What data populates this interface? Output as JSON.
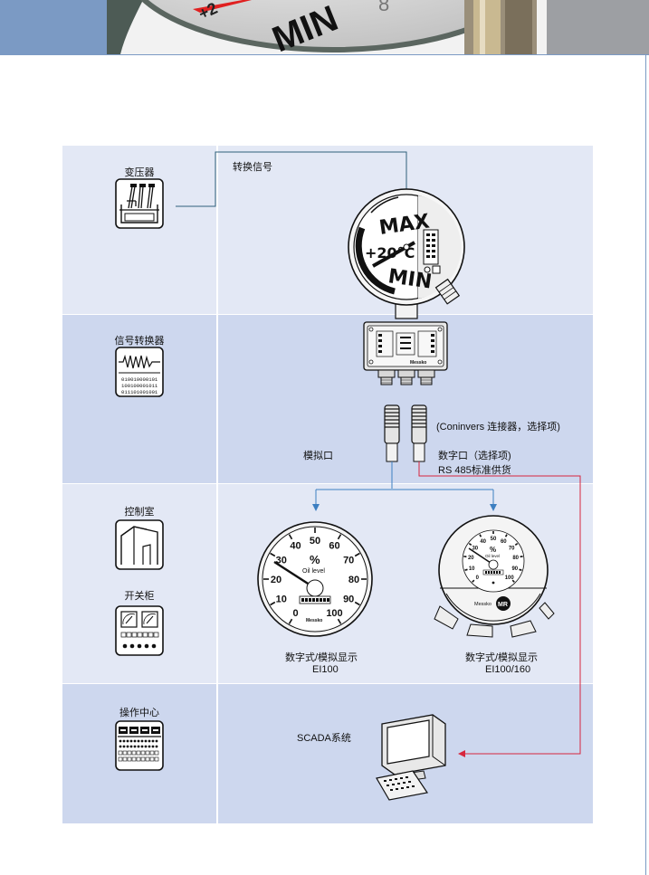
{
  "categories": {
    "transformer": "变压器",
    "signal_converter": "信号转换器",
    "control_room": "控制室",
    "switch_cabinet": "开关柜",
    "operation_center": "操作中心"
  },
  "labels": {
    "conversion_signal": "转换信号",
    "connector": "(Coninvers 连接器，选择项)",
    "analog_port": "模拟口",
    "digital_port": "数字口（选择项)",
    "rs485": "RS 485标准供货",
    "display_left": "数字式/模拟显示",
    "model_left": "EI100",
    "display_right": "数字式/模拟显示",
    "model_right": "EI100/160",
    "scada": "SCADA系统"
  },
  "instrument": {
    "max": "MAX",
    "min": "MIN",
    "temp": "+20°C",
    "banner_min": "MIN",
    "banner_temp": "+2"
  },
  "converter_text": {
    "binary": [
      "010010000101",
      "100100001011",
      "011101001001"
    ],
    "brand": "Messko"
  },
  "gauge_left": {
    "ticks": [
      "0",
      "10",
      "20",
      "30",
      "40",
      "50",
      "60",
      "70",
      "80",
      "90",
      "100"
    ],
    "unit": "%",
    "caption": "Oil level",
    "brand": "Messko"
  },
  "gauge_right": {
    "ticks": [
      "0",
      "10",
      "20",
      "30",
      "40",
      "50",
      "60",
      "70",
      "80",
      "90",
      "100"
    ],
    "unit": "%",
    "caption": "Oil level",
    "brand": "Messko",
    "badge": "MR"
  },
  "colors": {
    "band_light": "#e3e8f5",
    "band_dark": "#cdd7ee",
    "blue_arrow": "#3d7fc1",
    "red_line": "#d7263d",
    "accent_blue": "#7b9ac4"
  }
}
